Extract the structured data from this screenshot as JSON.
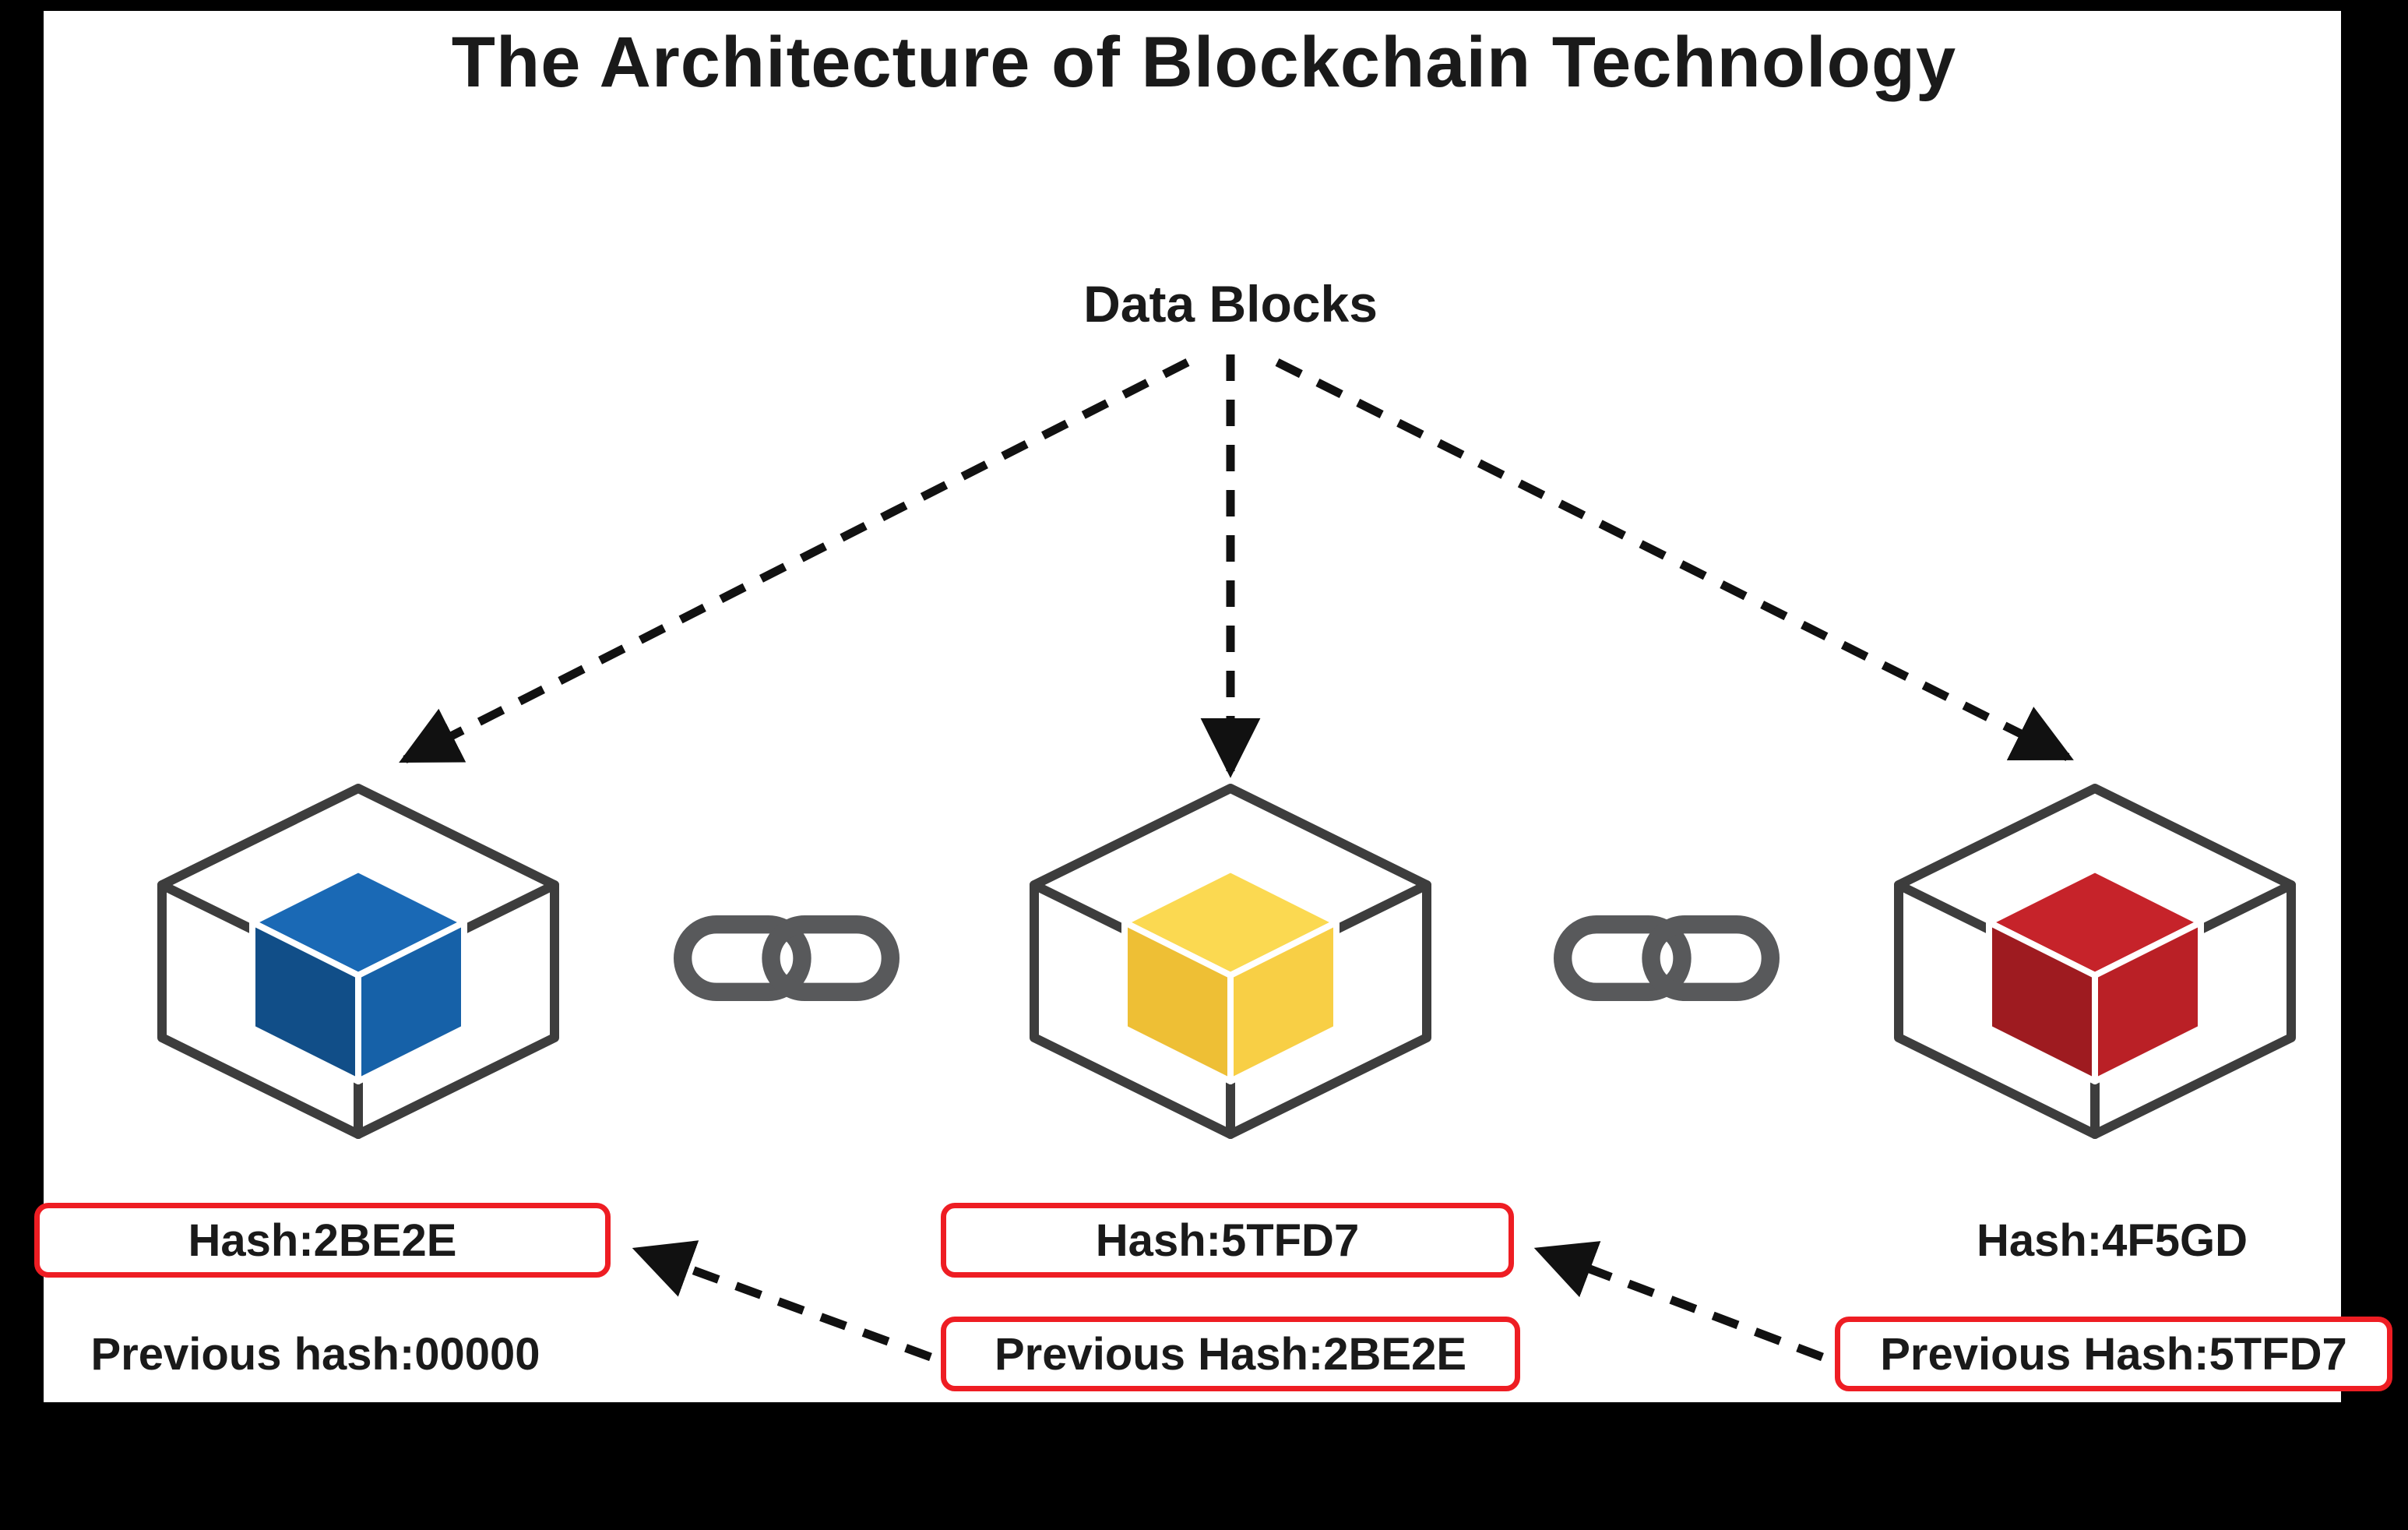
{
  "title": "The Architecture of Blockchain Technology",
  "data_blocks_label": "Data Blocks",
  "blocks": [
    {
      "hash": "Hash:2BE2E",
      "prev": "Previous hash:00000",
      "cube": "blue",
      "hash_boxed": true,
      "prev_boxed": false
    },
    {
      "hash": "Hash:5TFD7",
      "prev": "Previous Hash:2BE2E",
      "cube": "yellow",
      "hash_boxed": true,
      "prev_boxed": true
    },
    {
      "hash": "Hash:4F5GD",
      "prev": "Previous Hash:5TFD7",
      "cube": "red",
      "hash_boxed": false,
      "prev_boxed": true
    }
  ],
  "colors": {
    "box_border": "#ee1d23",
    "arrow": "#111111",
    "wireframe": "#3d3d3d",
    "chain": "#58595b",
    "text": "#1a1a1a",
    "cube_blue": {
      "top": "#1a69b5",
      "left": "#114e88",
      "right": "#1661a8"
    },
    "cube_yellow": {
      "top": "#fbd951",
      "left": "#eebf35",
      "right": "#f8cf45"
    },
    "cube_red": {
      "top": "#c6232a",
      "left": "#9e1b20",
      "right": "#ba2026"
    }
  }
}
